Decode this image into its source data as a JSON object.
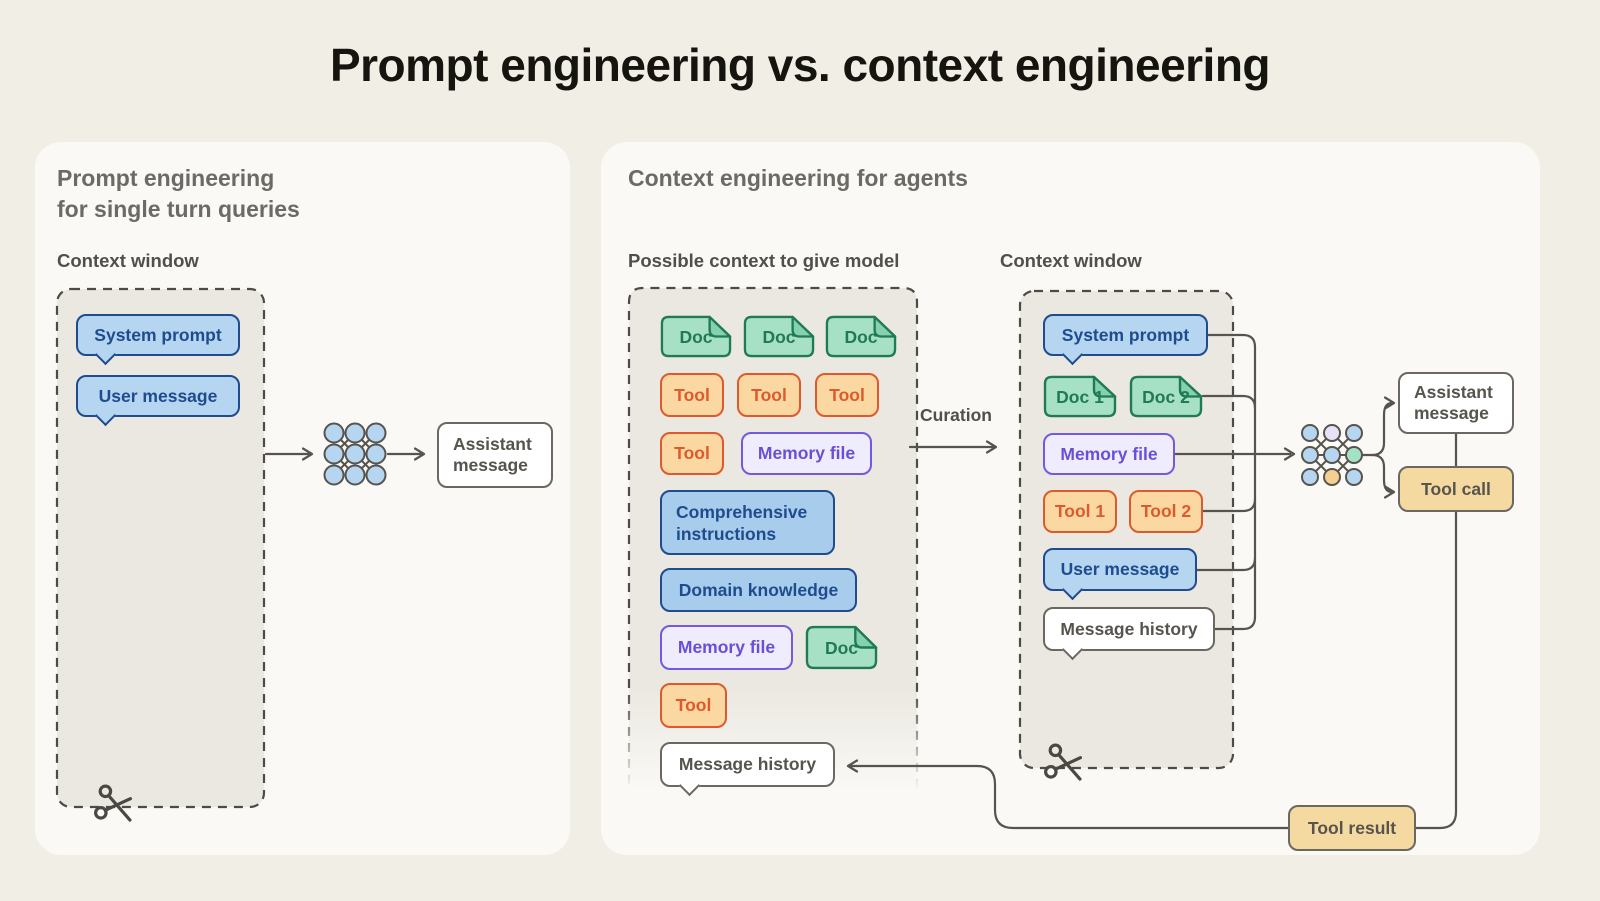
{
  "title": "Prompt engineering vs. context engineering",
  "left": {
    "heading_line1": "Prompt engineering",
    "heading_line2": "for single turn queries",
    "context_window_label": "Context window",
    "system_prompt": "System prompt",
    "user_message": "User message",
    "assistant_message": "Assistant message"
  },
  "right": {
    "heading": "Context engineering for agents",
    "possible_label": "Possible context to give model",
    "context_window_label": "Context window",
    "curation_label": "Curation",
    "possible": {
      "docs": [
        "Doc",
        "Doc",
        "Doc"
      ],
      "tools": [
        "Tool",
        "Tool",
        "Tool"
      ],
      "tool4": "Tool",
      "memory1": "Memory file",
      "comprehensive": "Comprehensive instructions",
      "domain": "Domain knowledge",
      "memory2": "Memory file",
      "doc4": "Doc",
      "tool5": "Tool",
      "message_history": "Message history"
    },
    "cw": {
      "system_prompt": "System prompt",
      "doc1": "Doc 1",
      "doc2": "Doc 2",
      "memory": "Memory file",
      "tool1": "Tool 1",
      "tool2": "Tool 2",
      "user_message": "User message",
      "message_history": "Message history"
    },
    "assistant_message": "Assistant message",
    "tool_call": "Tool call",
    "tool_result": "Tool result"
  },
  "colors": {
    "page_bg": "#F0EEE5",
    "panel_bg": "#FAF9F5",
    "dashed_box_fill": "#EBE8E1",
    "line": "#57544E",
    "blue_fill": "#B5D5F1",
    "blue_border": "#1E4C8F",
    "green_fill": "#A7E1C5",
    "green_border": "#1F7A55",
    "orange_fill": "#FBD8A2",
    "orange_border": "#DE5A2C",
    "purple_fill": "#EFECFD",
    "purple_border": "#7459E0",
    "tan_fill": "#F4D9A1",
    "gray_border": "#6B6862",
    "gray_text": "#57544E"
  }
}
